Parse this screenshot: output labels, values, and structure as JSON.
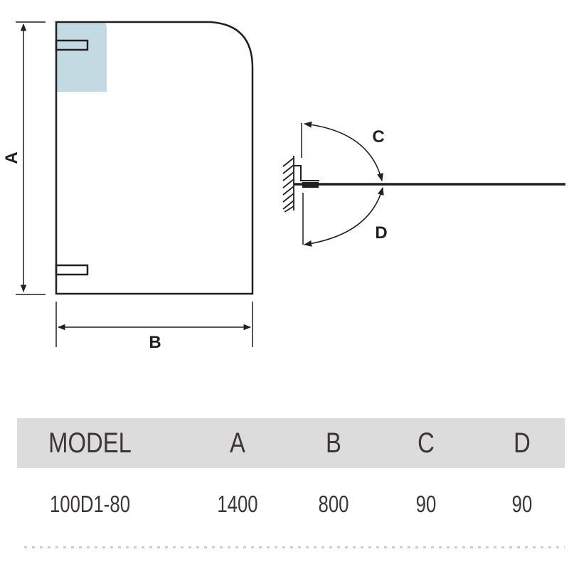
{
  "diagram": {
    "front_view": {
      "dimension_labels": {
        "height": "A",
        "width": "B"
      }
    },
    "top_view": {
      "swing_labels": {
        "inward": "C",
        "outward": "D"
      }
    },
    "colors": {
      "line": "#231f20",
      "glass_tint": "#c3dae3",
      "header_bg": "#dcdcdc",
      "text": "#3c3637"
    }
  },
  "spec_table": {
    "headers": [
      "MODEL",
      "A",
      "B",
      "C",
      "D"
    ],
    "rows": [
      [
        "100D1-80",
        "1400",
        "800",
        "90",
        "90"
      ]
    ]
  }
}
